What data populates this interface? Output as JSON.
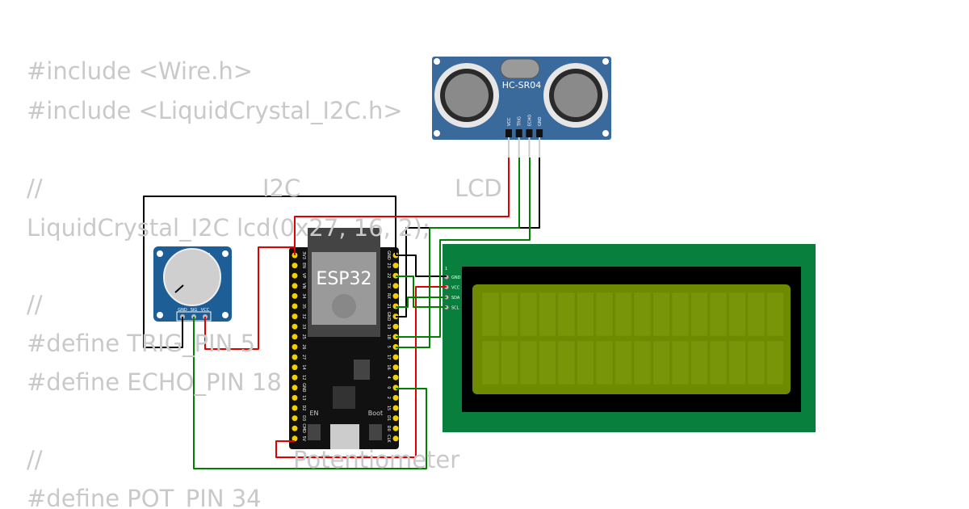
{
  "code_lines": [
    {
      "text": "#include <Wire.h>"
    },
    {
      "text": "#include <LiquidCrystal_I2C.h>"
    },
    {
      "text": "//",
      "part2": "I2C",
      "part3": "LCD"
    },
    {
      "text": "LiquidCrystal_I2C lcd(0x27, 16, 2);"
    },
    {
      "text": "//"
    },
    {
      "text": "#define TRIG_PIN 5"
    },
    {
      "text": "#define ECHO_PIN 18"
    },
    {
      "text": "//",
      "part2": "Potentiometer"
    },
    {
      "text": "#define POT_PIN 34"
    }
  ],
  "hcsr04": {
    "label": "HC-SR04",
    "pins": [
      "VCC",
      "TRIG",
      "ECHO",
      "GND"
    ]
  },
  "esp32": {
    "label": "ESP32",
    "left_pins": [
      "3V3",
      "EN",
      "VP",
      "VN",
      "34",
      "35",
      "32",
      "33",
      "25",
      "26",
      "27",
      "14",
      "12",
      "GND",
      "13",
      "D2",
      "D3",
      "CMD",
      "5V"
    ],
    "right_pins": [
      "GND",
      "23",
      "22",
      "TX",
      "RX",
      "21",
      "GND",
      "19",
      "18",
      "5",
      "17",
      "16",
      "4",
      "0",
      "2",
      "15",
      "D1",
      "D0",
      "CLK"
    ],
    "buttons": [
      "EN",
      "Boot"
    ]
  },
  "lcd": {
    "pin_index": "1",
    "pins": [
      "GND",
      "VCC",
      "SDA",
      "SCL"
    ]
  },
  "potentiometer": {
    "pins": [
      "GND",
      "SIG",
      "VCC"
    ]
  },
  "colors": {
    "code": "#c9c9c9",
    "wire_red": "#e00000",
    "wire_green": "#008000",
    "wire_black": "#000000",
    "lcd_board": "#087f3c",
    "lcd_screen": "#6e8a00",
    "sensor_blue": "#3a6a9c"
  }
}
